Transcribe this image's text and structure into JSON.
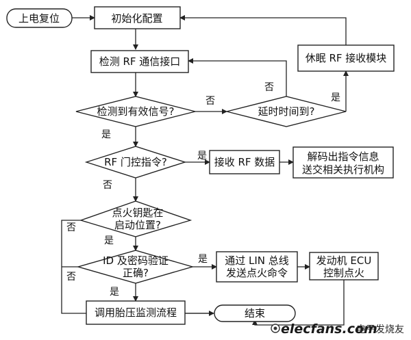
{
  "nodes": {
    "power_reset": "上电复位",
    "init_config": "初始化配置",
    "detect_rf": "检测 RF 通信接口",
    "sleep_rf": "休眠 RF 接收模块",
    "valid_signal": "检测到有效信号?",
    "delay_time": "延时时间到?",
    "rf_door": "RF 门控指令?",
    "receive_rf": "接收 RF 数据",
    "decode_line1": "解码出指令信息",
    "decode_line2": "送交相关执行机构",
    "key_line1": "点火钥匙在",
    "key_line2": "启动位置?",
    "id_line1": "ID 及密码验证",
    "id_line2": "正确?",
    "lin_line1": "通过 LIN 总线",
    "lin_line2": "发送点火命令",
    "ecu_line1": "发动机 ECU",
    "ecu_line2": "控制点火",
    "tire": "调用胎压监测流程",
    "end": "结束"
  },
  "labels": {
    "yes": "是",
    "no": "否"
  },
  "watermark": {
    "site": "elecfans.com",
    "name": "电子发烧友"
  }
}
